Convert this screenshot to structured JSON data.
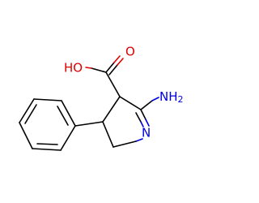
{
  "molecule": {
    "atoms": {
      "carbonyl_oxygen": {
        "symbol": "O",
        "color": "#e00000"
      },
      "hydroxyl": {
        "symbol": "HO",
        "color": "#e00000"
      },
      "amino": {
        "symbol": "NH",
        "subscript": "2",
        "color": "#0000e0"
      },
      "ring_nitrogen": {
        "symbol": "N",
        "color": "#0000e0"
      }
    },
    "bond_color": "#000000"
  }
}
